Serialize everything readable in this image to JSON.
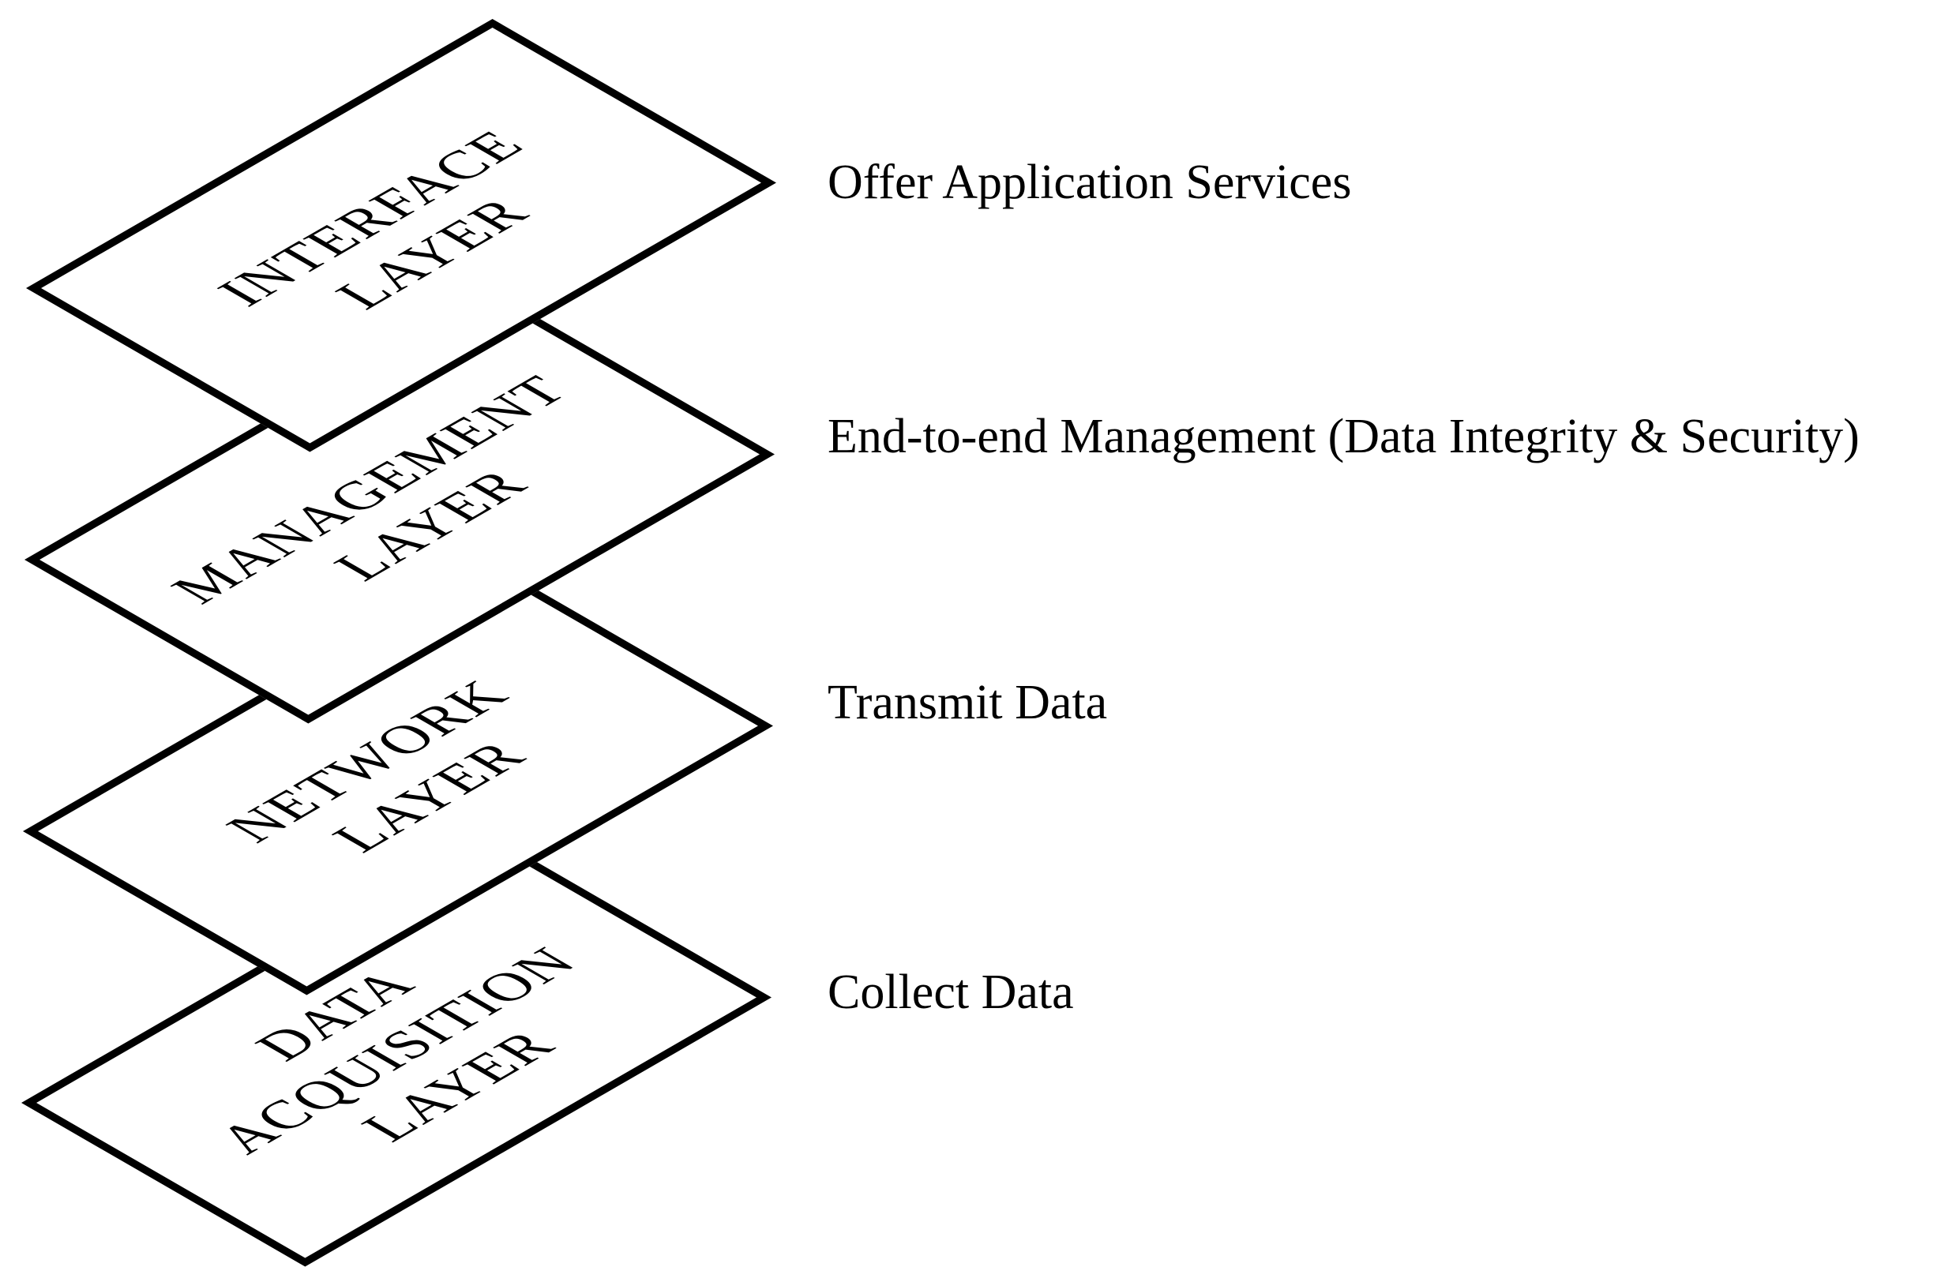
{
  "diagram": {
    "background_color": "#ffffff",
    "shape_fill_color": "#ffffff",
    "stroke_color": "#000000",
    "text_color": "#000000",
    "layers": [
      {
        "id": "interface-layer",
        "title_lines": [
          "INTERFACE",
          "LAYER"
        ],
        "annotation": "Offer Application Services"
      },
      {
        "id": "management-layer",
        "title_lines": [
          "MANAGEMENT",
          "LAYER"
        ],
        "annotation": "End-to-end Management (Data Integrity & Security)"
      },
      {
        "id": "network-layer",
        "title_lines": [
          "NETWORK",
          "LAYER"
        ],
        "annotation": "Transmit Data"
      },
      {
        "id": "data-acquisition-layer",
        "title_lines": [
          "DATA",
          "ACQUISITION",
          "LAYER"
        ],
        "annotation": "Collect Data"
      }
    ]
  }
}
